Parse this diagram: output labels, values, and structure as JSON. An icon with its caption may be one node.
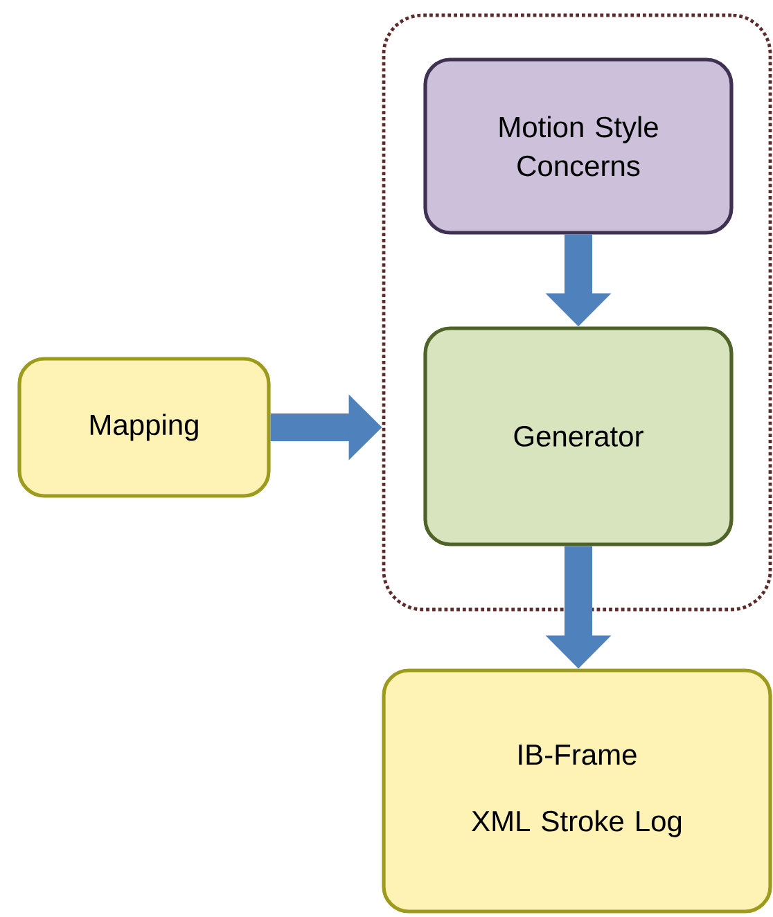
{
  "diagram": {
    "nodes": [
      {
        "text": [],
        "shape": "box"
      },
      {
        "text": [
          "Motion Style Concerns"
        ],
        "in": 0
      },
      {
        "text": [
          "Generator"
        ],
        "in": 0
      },
      {
        "text": [
          "Mapping"
        ]
      },
      {
        "text": [
          "IB-Frame",
          "XML Stroke Log"
        ]
      }
    ],
    "edges": [
      {
        "from": 3,
        "to": 0,
        "arrow": "to"
      },
      {
        "from": 1,
        "to": 2,
        "arrow": "to"
      },
      {
        "from": 2,
        "to": 4,
        "arrow": "to"
      }
    ]
  }
}
